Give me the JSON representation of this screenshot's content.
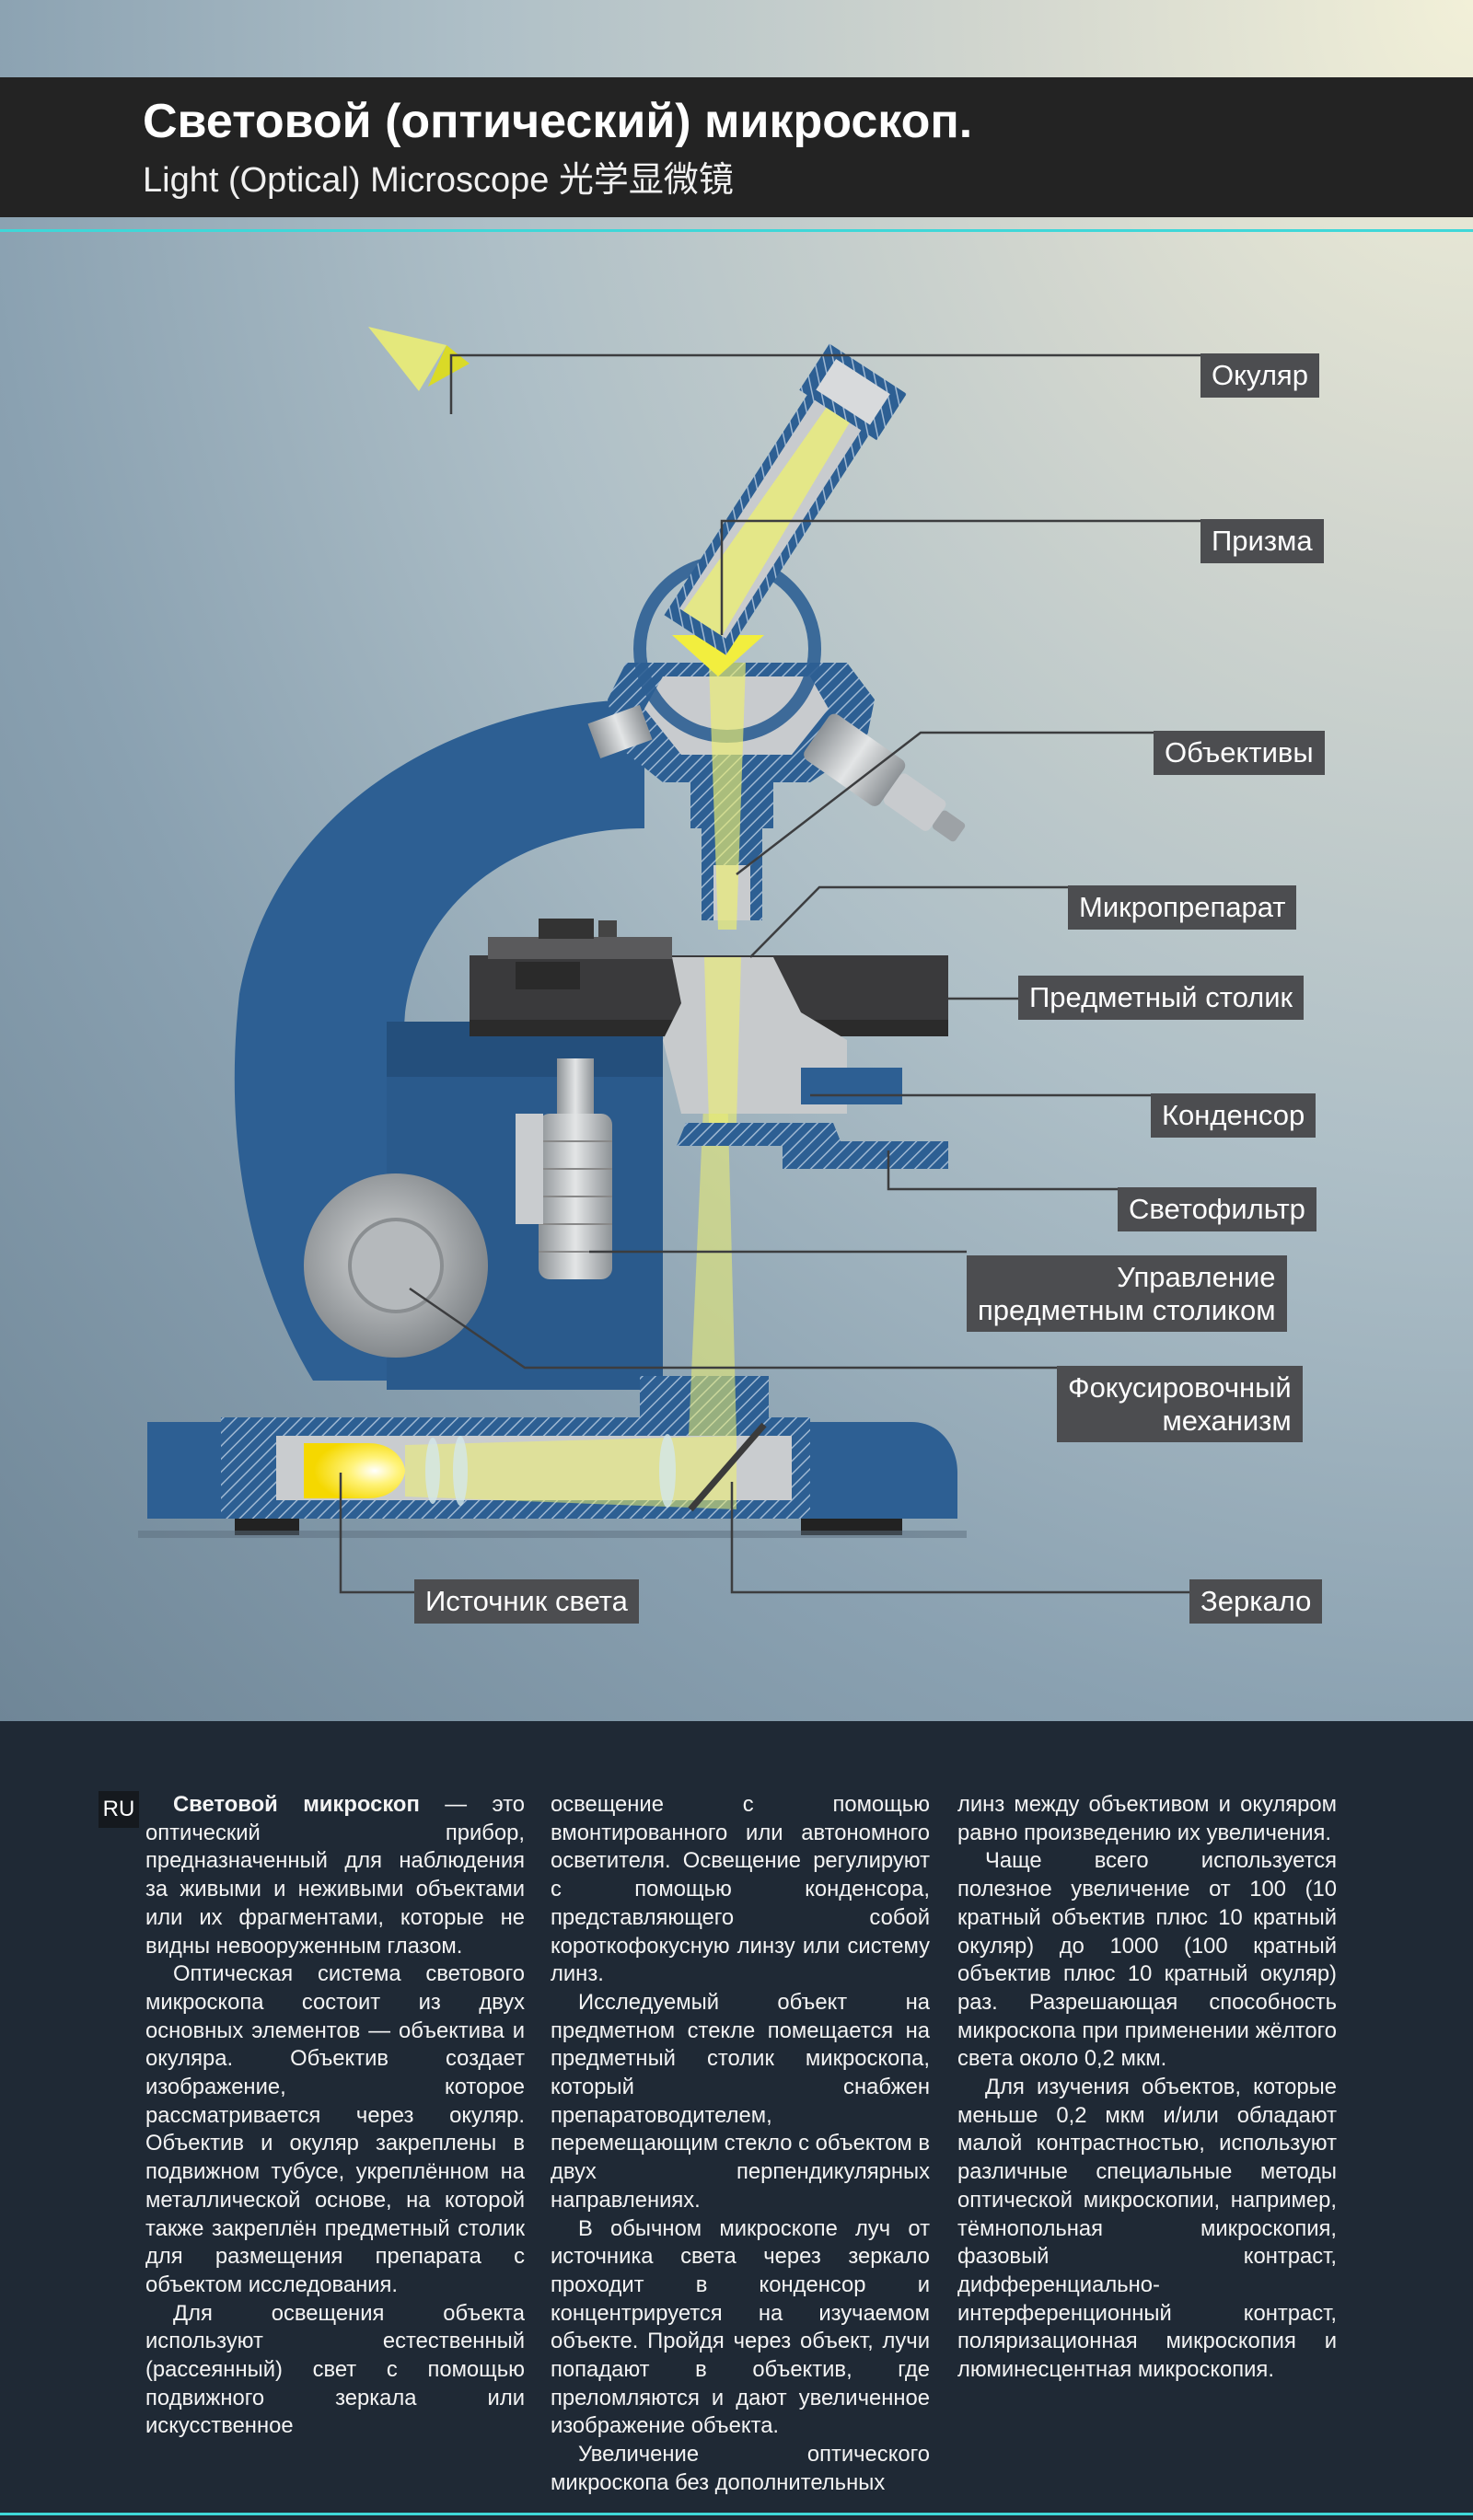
{
  "header": {
    "title_ru": "Световой (оптический) микроскоп.",
    "title_en_zh": "Light (Optical) Microscope  光学显微镜"
  },
  "labels": {
    "eyepiece": "Окуляр",
    "prism": "Призма",
    "objectives": "Объективы",
    "specimen": "Микропрепарат",
    "stage": "Предметный столик",
    "condenser": "Конденсор",
    "filter": "Светофильтр",
    "stage_control_1": "Управление",
    "stage_control_2": "предметным столиком",
    "focus_1": "Фокусировочный",
    "focus_2": "механизм",
    "light_source": "Источник света",
    "mirror": "Зеркало"
  },
  "lang_badge": "RU",
  "text": {
    "col1": {
      "p1_bold": "Световой микроскоп",
      "p1_rest": " — это оптический прибор, предназначенный для наблюдения за живыми и неживыми объектами или их фрагментами, которые не видны невооруженным глазом.",
      "p2": "Оптическая система светового микроскопа состоит из двух основных элементов — объектива и окуляра. Объектив создает изображение, которое рассматривается через окуляр. Объектив и окуляр закреплены в подвижном тубусе, укреплённом на металлической основе, на которой также закреплён предметный столик для размещения препарата с объектом исследования.",
      "p3": "Для освещения объекта используют естественный (рассеянный) свет с помощью подвижного зеркала или искусственное"
    },
    "col2": {
      "p1": "освещение с помощью вмонтированного или автономного осветителя. Освещение регулируют с помощью конденсора, представляющего собой короткофокусную линзу или систему линз.",
      "p2": "Исследуемый объект на предметном стекле помещается на предметный столик микроскопа, который снабжен препаратоводителем, перемещающим стекло с объектом в двух перпендикулярных направлениях.",
      "p3": "В обычном микроскопе луч от источника света через зеркало проходит в конденсор и концентрируется на изучаемом объекте. Пройдя через объект, лучи попадают в объектив, где преломляются и дают увеличенное изображение объекта.",
      "p4": "Увеличение оптического микроскопа без дополнительных"
    },
    "col3": {
      "p1": "линз между объективом и окуляром равно произведению их увеличения.",
      "p2": "Чаще всего используется полезное увеличение от 100 (10 кратный объектив плюс 10 кратный окуляр) до 1000 (100 кратный объектив плюс 10 кратный окуляр) раз. Разрешающая способность микроскопа при применении жёлтого света около 0,2 мкм.",
      "p3": "Для изучения объектов, которые меньше 0,2 мкм и/или обладают малой контрастностью, используют различные специальные методы оптической микроскопии, например, тёмнопольная микроскопия, фазовый контраст, дифференциально-интерференционный контраст, поляризационная микроскопия и люминесцентная микроскопия."
    }
  },
  "colors": {
    "body_blue": "#2d5f93",
    "beam_yellow": "#f2ee3e",
    "label_bg": "#4c4d50",
    "accent_cyan": "#3fd7d8",
    "panel_dark": "#1f2935"
  }
}
